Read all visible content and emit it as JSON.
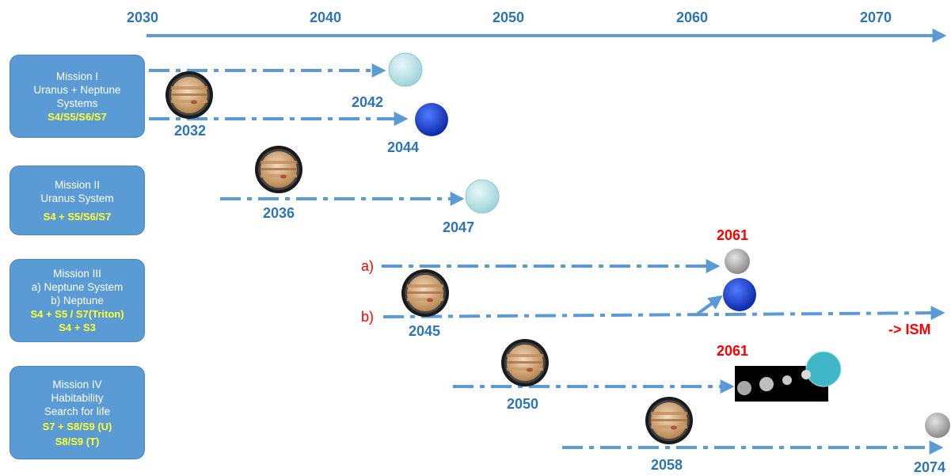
{
  "axis": {
    "ticks": [
      "2030",
      "2040",
      "2050",
      "2060",
      "2070"
    ]
  },
  "missions": [
    {
      "title_lines": [
        "Mission I",
        "Uranus + Neptune",
        "Systems"
      ],
      "payload_lines": [
        "S4/S5/S6/S7"
      ]
    },
    {
      "title_lines": [
        "Mission II",
        "Uranus System"
      ],
      "payload_lines": [
        "S4 + S5/S6/S7"
      ]
    },
    {
      "title_lines": [
        "Mission III",
        "a) Neptune System",
        "b) Neptune"
      ],
      "payload_lines": [
        "S4 + S5 / S7(Triton)",
        "S4 + S3"
      ]
    },
    {
      "title_lines": [
        "Mission IV",
        "Habitability",
        "Search for life"
      ],
      "payload_lines": [
        "S7 + S8/S9 (U)",
        "S8/S9 (T)"
      ]
    }
  ],
  "years": {
    "m1_launch": "2032",
    "m1_uranus": "2042",
    "m1_neptune": "2044",
    "m2_launch": "2036",
    "m2_uranus": "2047",
    "m3_arrival": "2061",
    "m3_launch": "2045",
    "m4_arrival": "2061",
    "m4_launch_a": "2050",
    "m4_launch_b": "2058",
    "m4_arrival_b": "2074"
  },
  "labels": {
    "branch_a": "a)",
    "branch_b": "b)",
    "ism": "-> ISM"
  },
  "icons": {
    "launch": "jupiter-flyby-icon",
    "uranus": "uranus-icon",
    "neptune": "neptune-icon",
    "triton": "triton-icon",
    "moons": "uranian-moons-icon"
  },
  "colors": {
    "box_fill": "#5b9bd5",
    "timeline": "#5b9bd5",
    "year_text": "#2e75b6",
    "highlight_year": "#ff0000",
    "payload_text": "#ffff33",
    "uranus": "#b9e4ea",
    "neptune": "#1e3fd1"
  }
}
